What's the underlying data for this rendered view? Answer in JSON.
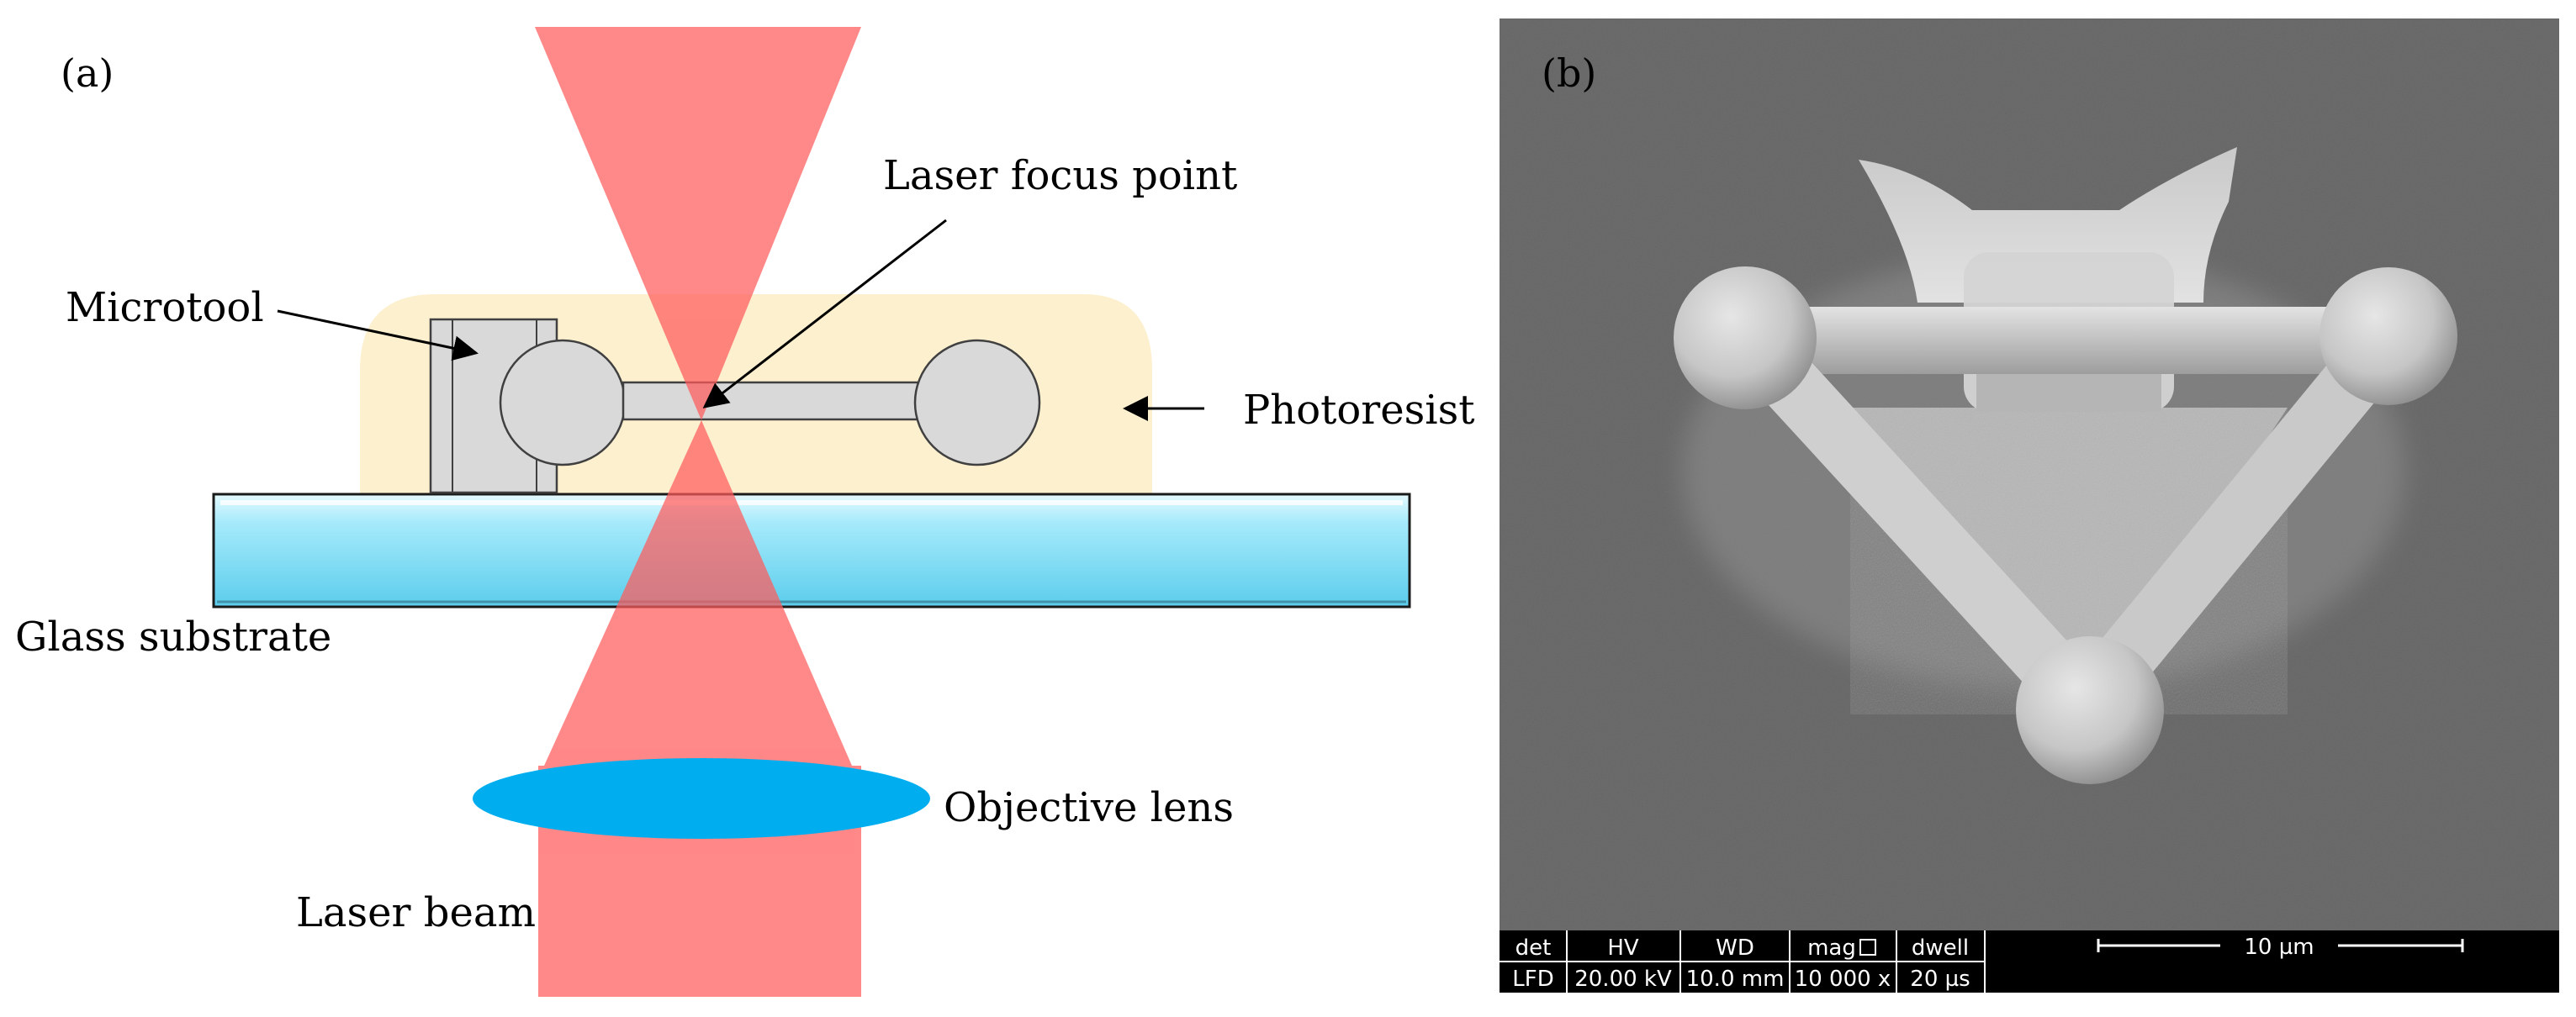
{
  "panel_a": {
    "letter": "(a)",
    "labels": {
      "laser_focus_point": "Laser focus point",
      "microtool": "Microtool",
      "photoresist": "Photoresist",
      "glass_substrate": "Glass substrate",
      "objective_lens": "Objective lens",
      "laser_beam": "Laser beam"
    },
    "colors": {
      "laser": "#FF8080",
      "photoresist": "#FDF0CF",
      "glass_top": "#DFF8FF",
      "glass_bottom": "#6FD3F0",
      "lens": "#00AEEF",
      "microtool": "#D9D9D9"
    }
  },
  "panel_b": {
    "letter": "(b)",
    "databar": {
      "headers": [
        "det",
        "HV",
        "WD",
        "mag",
        "dwell"
      ],
      "values": [
        "LFD",
        "20.00 kV",
        "10.0 mm",
        "10 000 x",
        "20 µs"
      ],
      "scale_label": "10 µm"
    }
  }
}
